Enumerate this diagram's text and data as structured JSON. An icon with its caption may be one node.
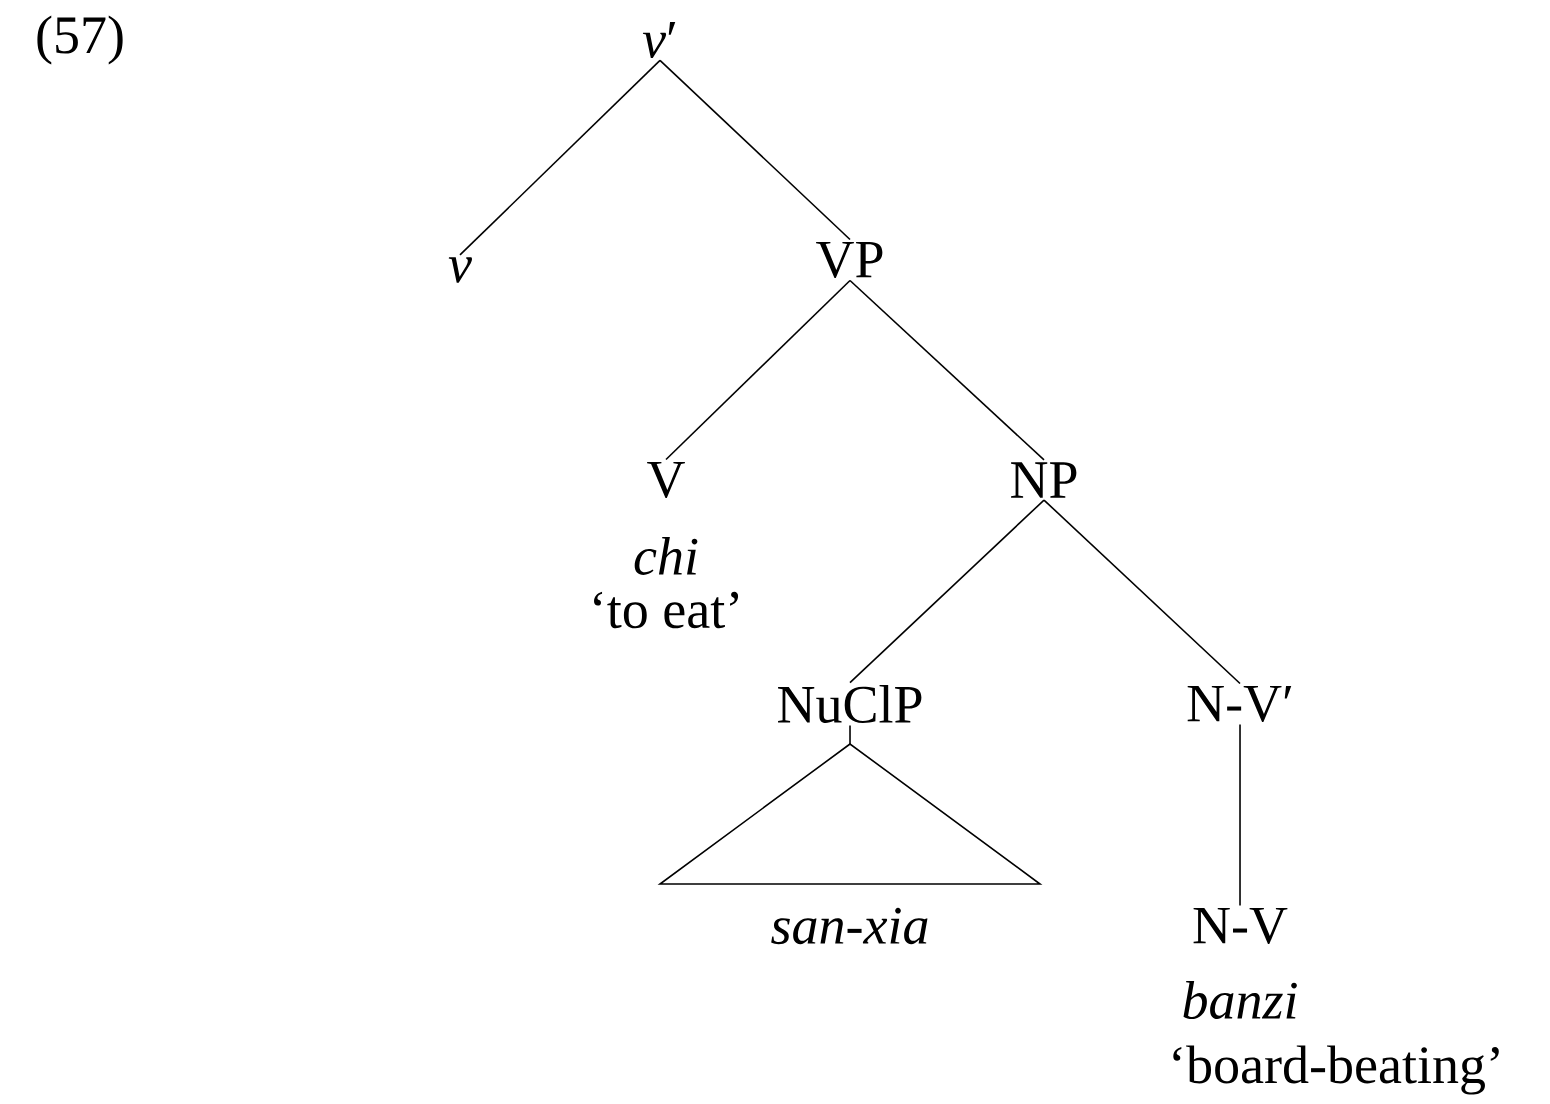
{
  "diagram": {
    "nodes": [
      {
        "text": [
          "*v*′"
        ]
      },
      {
        "text": [
          "v"
        ]
      },
      {
        "text": [
          "VP"
        ]
      },
      {
        "text": [
          "V"
        ],
        "beside": [
          "chi",
          "‘to eat’"
        ]
      },
      {
        "text": [
          "NP"
        ]
      },
      {
        "text": [
          "NuClP"
        ]
      },
      {
        "text": [
          "san-xia"
        ]
      },
      {
        "text": [
          "N-V′"
        ]
      },
      {
        "text": [
          "N-V"
        ],
        "beside": [
          "banzi",
          "‘board-beating’"
        ]
      }
    ],
    "edges": [
      {
        "from": 0,
        "to": 1,
        "arrow": "none"
      },
      {
        "from": 0,
        "to": 2,
        "arrow": "none"
      },
      {
        "from": 2,
        "to": 3,
        "arrow": "none"
      },
      {
        "from": 2,
        "to": 4,
        "arrow": "none"
      },
      {
        "from": 4,
        "to": 5,
        "arrow": "none"
      },
      {
        "from": 4,
        "to": 7,
        "arrow": "none"
      },
      {
        "from": 5,
        "to": 6,
        "arrow": "none"
      },
      {
        "from": 7,
        "to": 8,
        "arrow": "none"
      }
    ],
    "labels": [
      "(57)"
    ]
  }
}
